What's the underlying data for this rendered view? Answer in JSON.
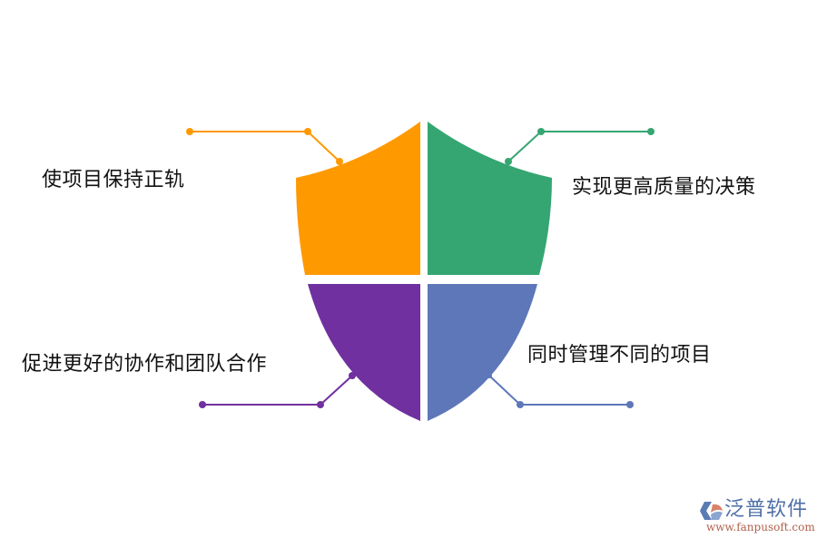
{
  "diagram": {
    "type": "shield-quadrant",
    "quadrants": [
      {
        "position": "top-left",
        "label": "使项目保持正轨",
        "color": "#FF9900"
      },
      {
        "position": "top-right",
        "label": "实现更高质量的决策",
        "color": "#35A671"
      },
      {
        "position": "bottom-left",
        "label": "促进更好的协作和团队合作",
        "color": "#7030A0"
      },
      {
        "position": "bottom-right",
        "label": "同时管理不同的项目",
        "color": "#5E77B9"
      }
    ]
  },
  "watermark": {
    "brand": "泛普软件",
    "url": "www.fanpusoft.com",
    "icon": "fanpu-logo-icon"
  }
}
